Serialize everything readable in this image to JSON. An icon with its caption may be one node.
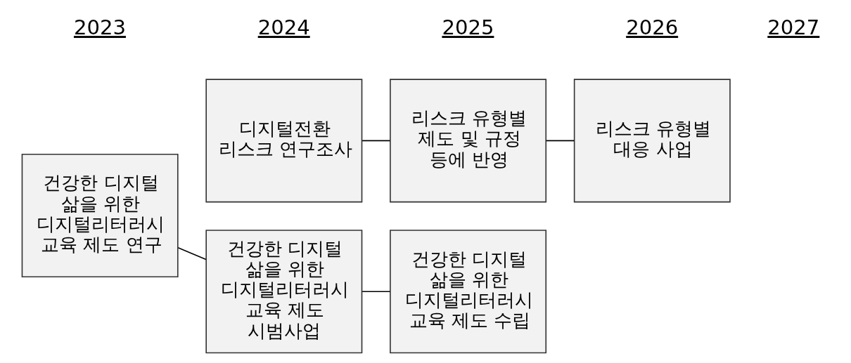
{
  "diagram": {
    "nodes": [
      {
        "text": [
          "디지털전환 리스크 연구조사"
        ]
      },
      {
        "text": [
          "리스크 유형별 제도 및 규정 등에 반영"
        ]
      },
      {
        "text": [
          "리스크 유형별 대응 사업"
        ]
      },
      {
        "text": [
          "건강한 디지털 삶을 위한 디지털리터러시 교육 제도 연구"
        ]
      },
      {
        "text": [
          "건강한 디지털 삶을 위한 디지털리터러시 교육 제도 시범사업"
        ]
      },
      {
        "text": [
          "건강한 디지털 삶을 위한 디지털리터러시 교육 제도 수립"
        ]
      }
    ],
    "edges": [
      {
        "from": 0,
        "to": 1,
        "arrow": "none"
      },
      {
        "from": 1,
        "to": 2,
        "arrow": "none"
      },
      {
        "from": 3,
        "to": 4,
        "arrow": "none"
      },
      {
        "from": 4,
        "to": 5,
        "arrow": "none"
      }
    ],
    "labels": [
      "2023",
      "2024",
      "2025",
      "2026",
      "2027"
    ]
  }
}
